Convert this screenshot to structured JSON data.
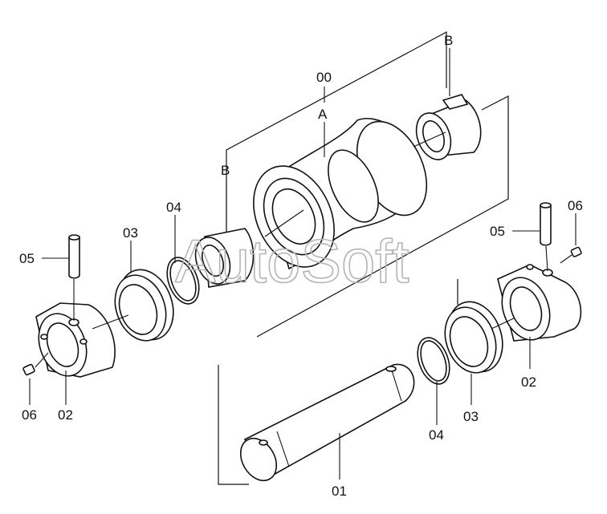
{
  "watermark": "AutoSoft",
  "labels": {
    "assembly": "00",
    "detail_a": "A",
    "detail_b_left": "B",
    "detail_b_right": "B",
    "shaft": "01",
    "collar_left": "02",
    "collar_right": "02",
    "seal_left": "03",
    "seal_right": "03",
    "oring_left": "04",
    "oring_right": "04",
    "pin_left": "05",
    "pin_right": "05",
    "plug_left": "06",
    "plug_right": "06"
  }
}
